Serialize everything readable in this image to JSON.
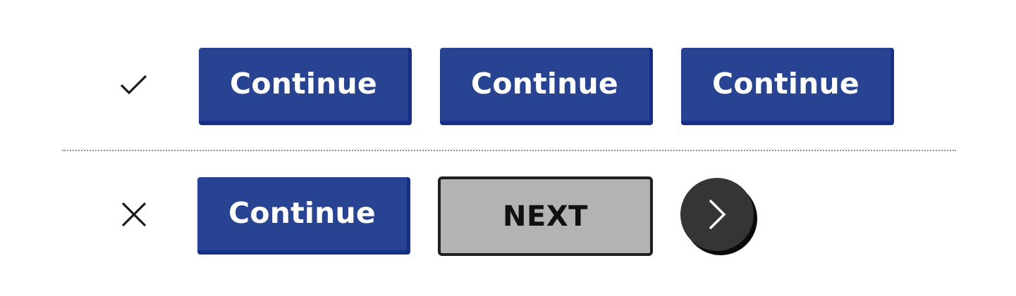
{
  "do_row": {
    "icon": "checkmark-icon",
    "buttons": [
      {
        "label": "Continue"
      },
      {
        "label": "Continue"
      },
      {
        "label": "Continue"
      }
    ]
  },
  "dont_row": {
    "icon": "x-mark-icon",
    "continue_button": {
      "label": "Continue"
    },
    "next_button": {
      "label": "NEXT"
    },
    "arrow_button": {
      "icon": "chevron-right-icon"
    }
  },
  "colors": {
    "primary_blue": "#284391",
    "primary_blue_shadow": "#142f86",
    "grey_button": "#b3b3b3",
    "round_button": "#353535"
  }
}
